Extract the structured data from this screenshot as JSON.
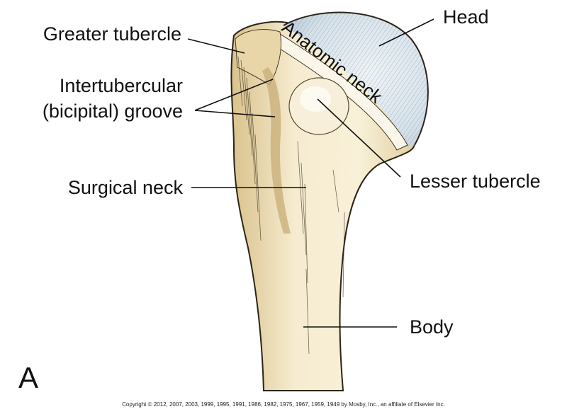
{
  "figure": {
    "panel_letter": "A",
    "labels": {
      "greater_tubercle": "Greater tubercle",
      "intertubercular_line1": "Intertubercular",
      "intertubercular_line2": "(bicipital) groove",
      "surgical_neck": "Surgical neck",
      "head": "Head",
      "anatomic_neck": "Anatomic neck",
      "lesser_tubercle": "Lesser tubercle",
      "body": "Body"
    },
    "copyright": "Copyright © 2012, 2007, 2003, 1999, 1995, 1991, 1986, 1982, 1975, 1967, 1959, 1949 by Mosby, Inc., an affiliate of Elsevier Inc."
  },
  "colors": {
    "bone_fill": "#f3e7c6",
    "bone_shade": "#dccb9a",
    "bone_outline": "#2b2418",
    "head_fill": "#d7e3ea",
    "head_hatch": "#7f95a4",
    "background": "#ffffff"
  }
}
